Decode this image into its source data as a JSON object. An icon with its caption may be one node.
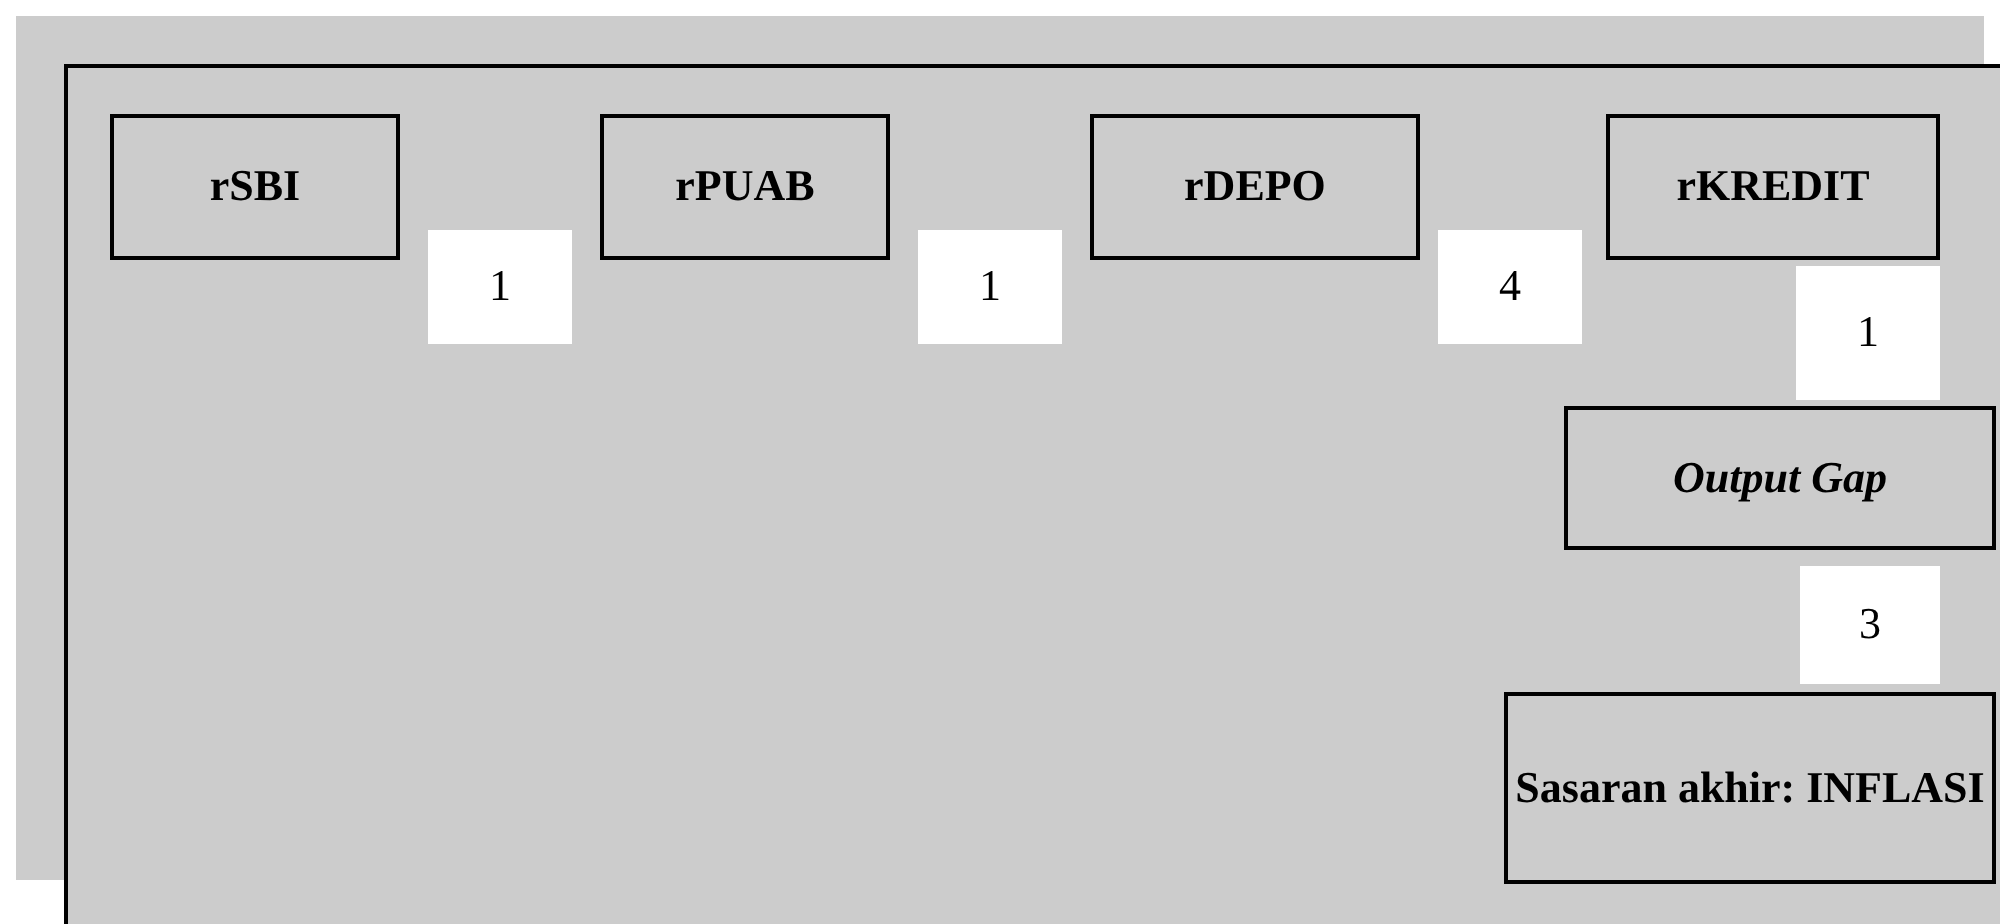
{
  "diagram": {
    "nodes": [
      {
        "text": [
          "rSBI"
        ]
      },
      {
        "text": [
          "1"
        ]
      },
      {
        "text": [
          "rPUAB"
        ]
      },
      {
        "text": [
          "1"
        ]
      },
      {
        "text": [
          "rDEPO"
        ]
      },
      {
        "text": [
          "4"
        ]
      },
      {
        "text": [
          "rKREDIT"
        ]
      },
      {
        "text": [
          "1"
        ]
      },
      {
        "text": [
          "Output Gap"
        ]
      },
      {
        "text": [
          "3"
        ]
      },
      {
        "text": [
          "Sasaran akhir: INFLASI"
        ]
      }
    ]
  }
}
